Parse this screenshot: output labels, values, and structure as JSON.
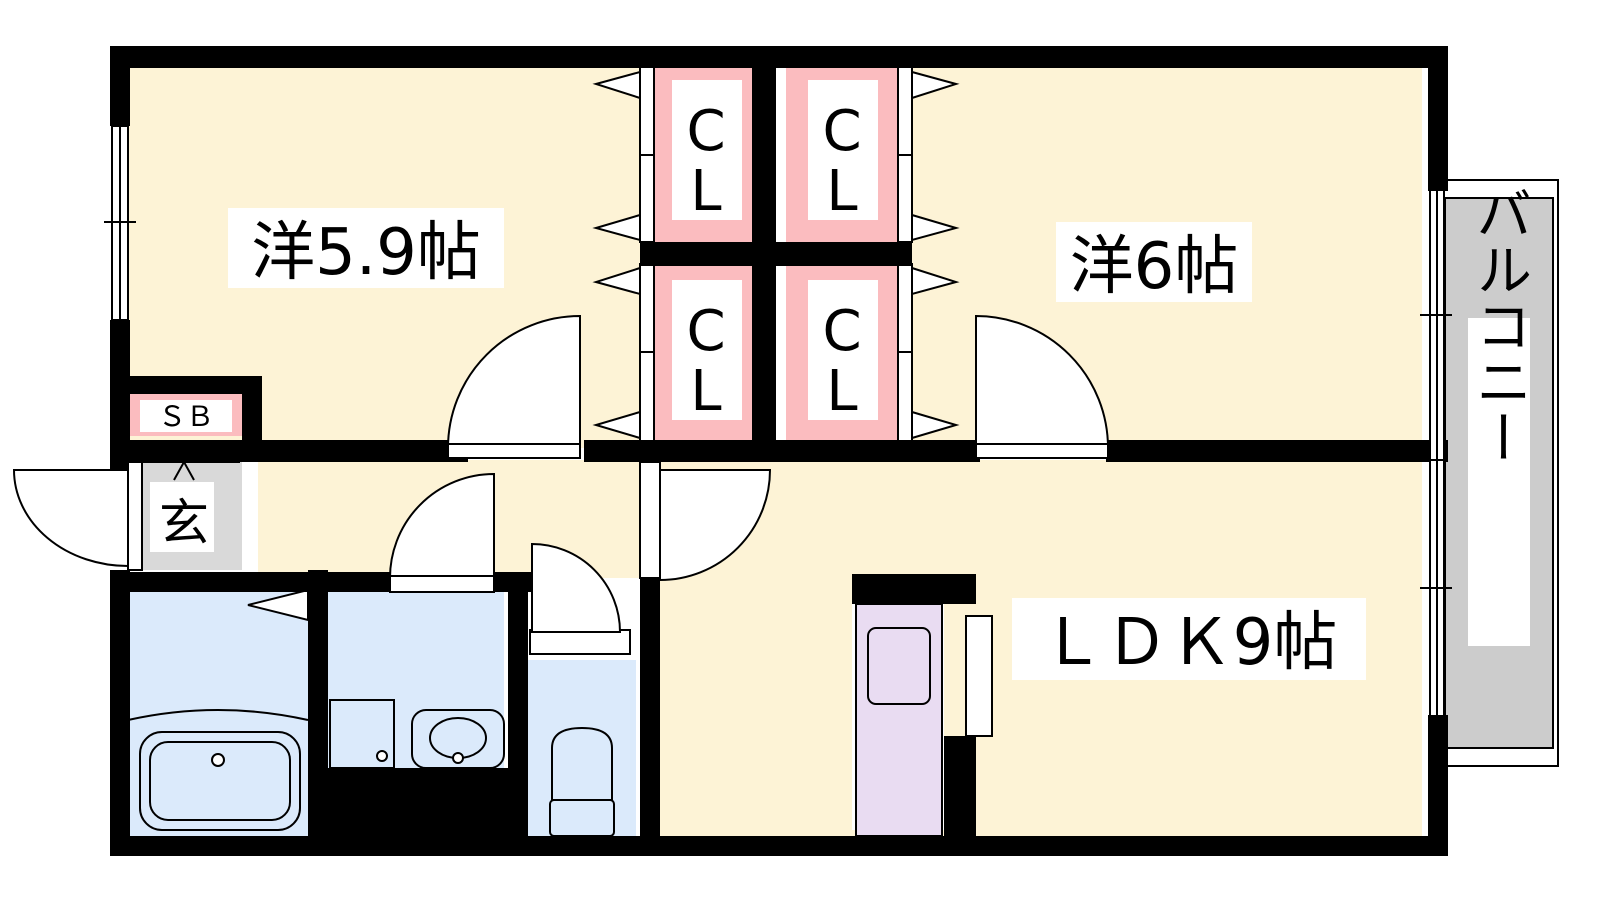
{
  "rooms": {
    "western_left": "洋5.9帖",
    "western_right": "洋6帖",
    "ldk": "ＬＤＫ9帖",
    "balcony": "バルコニー",
    "entrance": "玄",
    "shoe_box": "ＳＢ"
  },
  "closets": {
    "letters": [
      "C",
      "L"
    ]
  },
  "colors": {
    "room_floor": "#fdf3d6",
    "closet": "#fbbcbf",
    "wet_area": "#dbeafb",
    "kitchen": "#e9dcf2",
    "balcony": "#cccccc",
    "entrance": "#d9d9d9",
    "wall": "#000000"
  }
}
